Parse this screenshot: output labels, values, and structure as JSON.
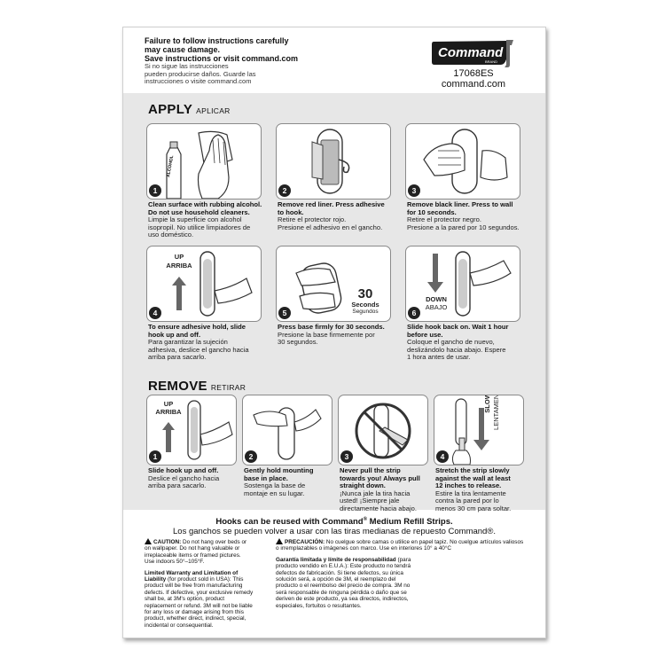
{
  "header": {
    "warning_en_1": "Failure to follow instructions carefully",
    "warning_en_2": "may cause damage.",
    "warning_en_3": "Save instructions or visit command.com",
    "warning_es_1": "Si no sigue las instrucciones",
    "warning_es_2": "pueden producirse daños. Guarde las",
    "warning_es_3": "instrucciones o visite command.com",
    "brand": "Command",
    "brand_sub": "BRAND",
    "product_code": "17068ES",
    "website": "command.com"
  },
  "apply": {
    "title": "APPLY",
    "subtitle": "APLICAR",
    "steps": [
      {
        "num": "1",
        "en_1": "Clean surface with rubbing alcohol.",
        "en_2": "Do not use household cleaners.",
        "es_1": "Limpie la superficie con alcohol",
        "es_2": "isopropil. No utilice limpiadores de",
        "es_3": "uso doméstico.",
        "bottle_label": "ALCOHOL"
      },
      {
        "num": "2",
        "en_1": "Remove red liner. Press adhesive",
        "en_2": "to hook.",
        "es_1": "Retire el protector rojo.",
        "es_2": "Presione el adhesivo en el gancho.",
        "es_3": ""
      },
      {
        "num": "3",
        "en_1": "Remove black liner. Press to wall",
        "en_2": "for 10 seconds.",
        "es_1": "Retire el protector negro.",
        "es_2": "Presione a la pared por 10 segundos.",
        "es_3": ""
      },
      {
        "num": "4",
        "en_1": "To ensure adhesive hold, slide",
        "en_2": "hook up and off.",
        "es_1": "Para garantizar la sujeción",
        "es_2": "adhesiva, deslice el gancho hacia",
        "es_3": "arriba para sacarlo.",
        "label_en": "UP",
        "label_es": "ARRIBA"
      },
      {
        "num": "5",
        "en_1": "Press base firmly for 30 seconds.",
        "en_2": "",
        "es_1": "Presione la base firmemente por",
        "es_2": "30 segundos.",
        "es_3": "",
        "big": "30",
        "label_en": "Seconds",
        "label_es": "Segundos"
      },
      {
        "num": "6",
        "en_1": "Slide hook back on. Wait 1 hour",
        "en_2": "before use.",
        "es_1": "Coloque el gancho de nuevo,",
        "es_2": "deslizándolo hacia abajo. Espere",
        "es_3": "1 hora antes de usar.",
        "label_en": "DOWN",
        "label_es": "ABAJO"
      }
    ]
  },
  "remove": {
    "title": "REMOVE",
    "subtitle": "RETIRAR",
    "steps": [
      {
        "num": "1",
        "en_1": "Slide hook up and off.",
        "en_2": "",
        "en_3": "",
        "es_1": "Deslice el gancho hacia",
        "es_2": "arriba para sacarlo.",
        "es_3": "",
        "label_en": "UP",
        "label_es": "ARRIBA"
      },
      {
        "num": "2",
        "en_1": "Gently hold mounting",
        "en_2": "base in place.",
        "en_3": "",
        "es_1": "Sostenga la base de",
        "es_2": "montaje en su lugar.",
        "es_3": ""
      },
      {
        "num": "3",
        "en_1": "Never pull the strip",
        "en_2": "towards you! Always pull",
        "en_3": "straight down.",
        "es_1": "¡Nunca jale la tira hacia",
        "es_2": "usted! ¡Siempre jale",
        "es_3": "directamente hacia abajo."
      },
      {
        "num": "4",
        "en_1": "Stretch the strip slowly",
        "en_2": "against the wall at least",
        "en_3": "12 inches to release.",
        "es_1": "Estire la tira lentamente",
        "es_2": "contra la pared por lo",
        "es_3": "menos 30 cm para soltar.",
        "label_en": "SLOWLY",
        "label_es": "LENTAMENTE"
      }
    ]
  },
  "footer": {
    "reuse_en_a": "Hooks can be reused with Command",
    "reuse_en_sup": "®",
    "reuse_en_b": " Medium Refill Strips.",
    "reuse_es": "Los ganchos se pueden volver a usar con las tiras medianas de repuesto Command®.",
    "caution_title": "CAUTION:",
    "caution_lines": [
      "Do not hang over beds or",
      "on wallpaper. Do not hang valuable or",
      "irreplaceable items or framed pictures.",
      "Use indoors 50°–105°F."
    ],
    "warranty_title_1": "Limited Warranty and Limitation of",
    "warranty_title_2": "Liability",
    "warranty_lines": [
      "(for product sold in USA): This",
      "product will be free from manufacturing",
      "defects. If defective, your exclusive remedy",
      "shall be, at 3M's option, product",
      "replacement or refund. 3M will not be liable",
      "for any loss or damage arising from this",
      "product, whether direct, indirect, special,",
      "incidental or consequential."
    ],
    "precaucion_title": "PRECAUCIÓN:",
    "precaucion_lines": [
      "No cuelgue sobre camas o utilice en papel tapiz. No cuelgue artículos valiosos",
      "o irremplazables o imágenes con marco. Use en interiores 10° a 40°C"
    ],
    "garantia_title": "Garantía limitada y límite de responsabilidad",
    "garantia_lines": [
      "(para",
      "producto vendido en E.U.A.): Este producto no tendrá",
      "defectos de fabricación. Si tiene defectos, su única",
      "solución será, a opción de 3M, el reemplazo del",
      "producto o el reembolso del precio de compra. 3M no",
      "será responsable de ninguna pérdida o daño que se",
      "deriven de este producto, ya sea directos, indirectos,",
      "especiales, fortuitos o resultantes."
    ]
  }
}
